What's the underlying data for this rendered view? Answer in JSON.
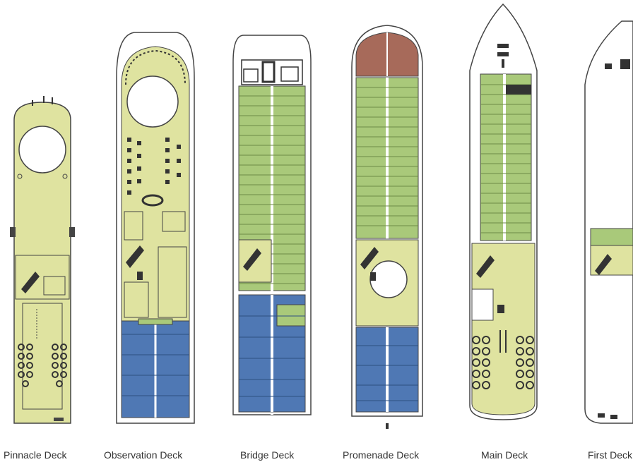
{
  "colors": {
    "public": "#dfe3a0",
    "balcony_cabin": "#a9c97a",
    "suite": "#4f78b4",
    "owner_suite": "#a76a5a",
    "hull_outline": "#444444",
    "background": "#ffffff"
  },
  "decks": [
    {
      "name": "Pinnacle Deck"
    },
    {
      "name": "Observation Deck"
    },
    {
      "name": "Bridge Deck"
    },
    {
      "name": "Promenade Deck"
    },
    {
      "name": "Main Deck"
    },
    {
      "name": "First Deck"
    }
  ]
}
